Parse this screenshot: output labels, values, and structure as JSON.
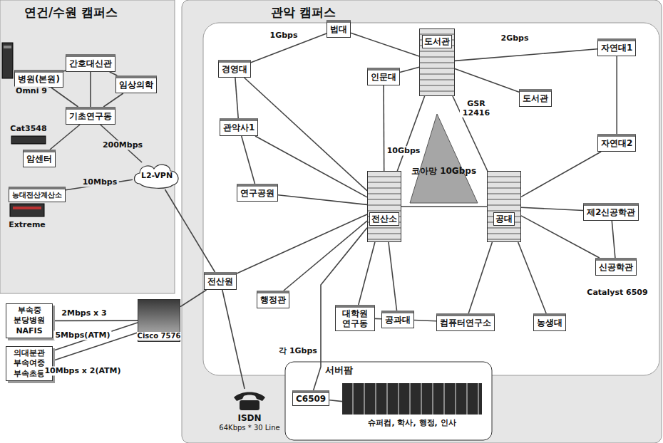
{
  "diagram": {
    "nodes": [
      {
        "text": [
          "연건/수원 캠퍼스"
        ]
      },
      {
        "text": [
          "관악 캠퍼스"
        ]
      },
      {
        "text": [
          "병원(본원)"
        ],
        "in": 0
      },
      {
        "text": [
          "간호대신관"
        ],
        "in": 0
      },
      {
        "text": [
          "임상의학"
        ],
        "in": 0
      },
      {
        "text": [
          "기초연구동"
        ],
        "in": 0
      },
      {
        "text": [
          "암센터"
        ],
        "in": 0
      },
      {
        "text": [
          "농대전산계산소"
        ],
        "in": 0
      },
      {
        "text": [
          "L2-VPN"
        ]
      },
      {
        "text": [
          "법대"
        ],
        "in": 1
      },
      {
        "text": [
          "경영대"
        ],
        "in": 1
      },
      {
        "text": [
          "인문대"
        ],
        "in": 1
      },
      {
        "text": [
          "도서관"
        ],
        "in": 1
      },
      {
        "text": [
          "도서관"
        ],
        "in": 1
      },
      {
        "text": [
          "자연대1"
        ],
        "in": 1
      },
      {
        "text": [
          "관악사1"
        ],
        "in": 1
      },
      {
        "text": [
          "연구공원"
        ],
        "in": 1
      },
      {
        "text": [
          "코아망 10Gbps"
        ],
        "in": 1
      },
      {
        "text": [
          "전산소"
        ],
        "in": 1
      },
      {
        "text": [
          "공대"
        ],
        "in": 1
      },
      {
        "text": [
          "자연대2"
        ],
        "in": 1
      },
      {
        "text": [
          "제2신공학관"
        ],
        "in": 1
      },
      {
        "text": [
          "신공학관"
        ],
        "in": 1
      },
      {
        "text": [
          "전산원"
        ],
        "in": 1
      },
      {
        "text": [
          "행정관"
        ],
        "in": 1
      },
      {
        "text": [
          "대학원 연구동"
        ],
        "in": 1
      },
      {
        "text": [
          "공과대"
        ],
        "in": 1
      },
      {
        "text": [
          "컴퓨터연구소"
        ],
        "in": 1
      },
      {
        "text": [
          "농생대"
        ],
        "in": 1
      },
      {
        "text": [
          "서버팜"
        ],
        "in": 1
      },
      {
        "text": [
          "C6509"
        ],
        "in": 29
      },
      {
        "text": [
          "슈퍼컴, 학사, 행정, 인사"
        ],
        "in": 29
      },
      {
        "text": [
          "부속중",
          "분당병원",
          "NAFIS"
        ]
      },
      {
        "text": [
          "의대분관",
          "부속여중",
          "부속초등"
        ]
      },
      {
        "text": [
          "Cisco 7576"
        ]
      },
      {
        "text": [
          "ISDN",
          "64Kbps * 30 Line"
        ],
        "in": 1
      }
    ],
    "edges": [
      {
        "from": 2,
        "to": 3,
        "arrow": "none"
      },
      {
        "from": 3,
        "to": 4,
        "arrow": "none"
      },
      {
        "from": 3,
        "to": 5,
        "arrow": "none"
      },
      {
        "from": 4,
        "to": 5,
        "arrow": "none"
      },
      {
        "from": 2,
        "to": 5,
        "arrow": "none"
      },
      {
        "from": 6,
        "to": 5,
        "arrow": "none"
      },
      {
        "from": 5,
        "to": 8,
        "label": "200Mbps",
        "arrow": "none"
      },
      {
        "from": 7,
        "to": 8,
        "label": "10Mbps",
        "arrow": "none"
      },
      {
        "from": 8,
        "to": 23,
        "arrow": "none"
      },
      {
        "from": 10,
        "to": 9,
        "label": "1Gbps",
        "arrow": "none"
      },
      {
        "from": 9,
        "to": 12,
        "arrow": "none"
      },
      {
        "from": 11,
        "to": 12,
        "arrow": "none"
      },
      {
        "from": 12,
        "to": 13,
        "arrow": "none"
      },
      {
        "from": 12,
        "to": 14,
        "label": "2Gbps",
        "arrow": "none"
      },
      {
        "from": 12,
        "to": 18,
        "label": "10Gbps",
        "arrow": "none"
      },
      {
        "from": 12,
        "to": 19,
        "arrow": "none"
      },
      {
        "from": 18,
        "to": 19,
        "arrow": "none"
      },
      {
        "from": 10,
        "to": 15,
        "arrow": "none"
      },
      {
        "from": 10,
        "to": 18,
        "arrow": "none"
      },
      {
        "from": 15,
        "to": 18,
        "arrow": "none"
      },
      {
        "from": 15,
        "to": 16,
        "arrow": "none"
      },
      {
        "from": 16,
        "to": 18,
        "arrow": "none"
      },
      {
        "from": 11,
        "to": 18,
        "arrow": "none"
      },
      {
        "from": 14,
        "to": 20,
        "arrow": "none"
      },
      {
        "from": 20,
        "to": 19,
        "arrow": "none"
      },
      {
        "from": 21,
        "to": 19,
        "arrow": "none"
      },
      {
        "from": 21,
        "to": 22,
        "arrow": "none"
      },
      {
        "from": 22,
        "to": 19,
        "arrow": "none"
      },
      {
        "from": 23,
        "to": 18,
        "arrow": "none"
      },
      {
        "from": 24,
        "to": 18,
        "arrow": "none"
      },
      {
        "from": 25,
        "to": 18,
        "arrow": "none"
      },
      {
        "from": 26,
        "to": 18,
        "arrow": "none"
      },
      {
        "from": 27,
        "to": 19,
        "arrow": "none"
      },
      {
        "from": 28,
        "to": 19,
        "arrow": "none"
      },
      {
        "from": 25,
        "to": 26,
        "arrow": "none"
      },
      {
        "from": 26,
        "to": 27,
        "arrow": "none"
      },
      {
        "from": 30,
        "to": 18,
        "label": "각 1Gbps",
        "arrow": "none"
      },
      {
        "from": 30,
        "to": 31,
        "arrow": "none"
      },
      {
        "from": 23,
        "to": 34,
        "arrow": "none"
      },
      {
        "from": 32,
        "to": 34,
        "label": "2Mbps x 3",
        "arrow": "none"
      },
      {
        "from": 33,
        "to": 34,
        "label": "5Mbps(ATM)",
        "arrow": "none"
      },
      {
        "from": 33,
        "to": 34,
        "label": "10Mbps x 2(ATM)",
        "arrow": "none"
      },
      {
        "from": 35,
        "to": 23,
        "arrow": "none"
      }
    ],
    "labels": [
      "Omni 9",
      "Cat3548",
      "Extreme",
      "GSR 12416",
      "Catalyst 6509"
    ]
  }
}
